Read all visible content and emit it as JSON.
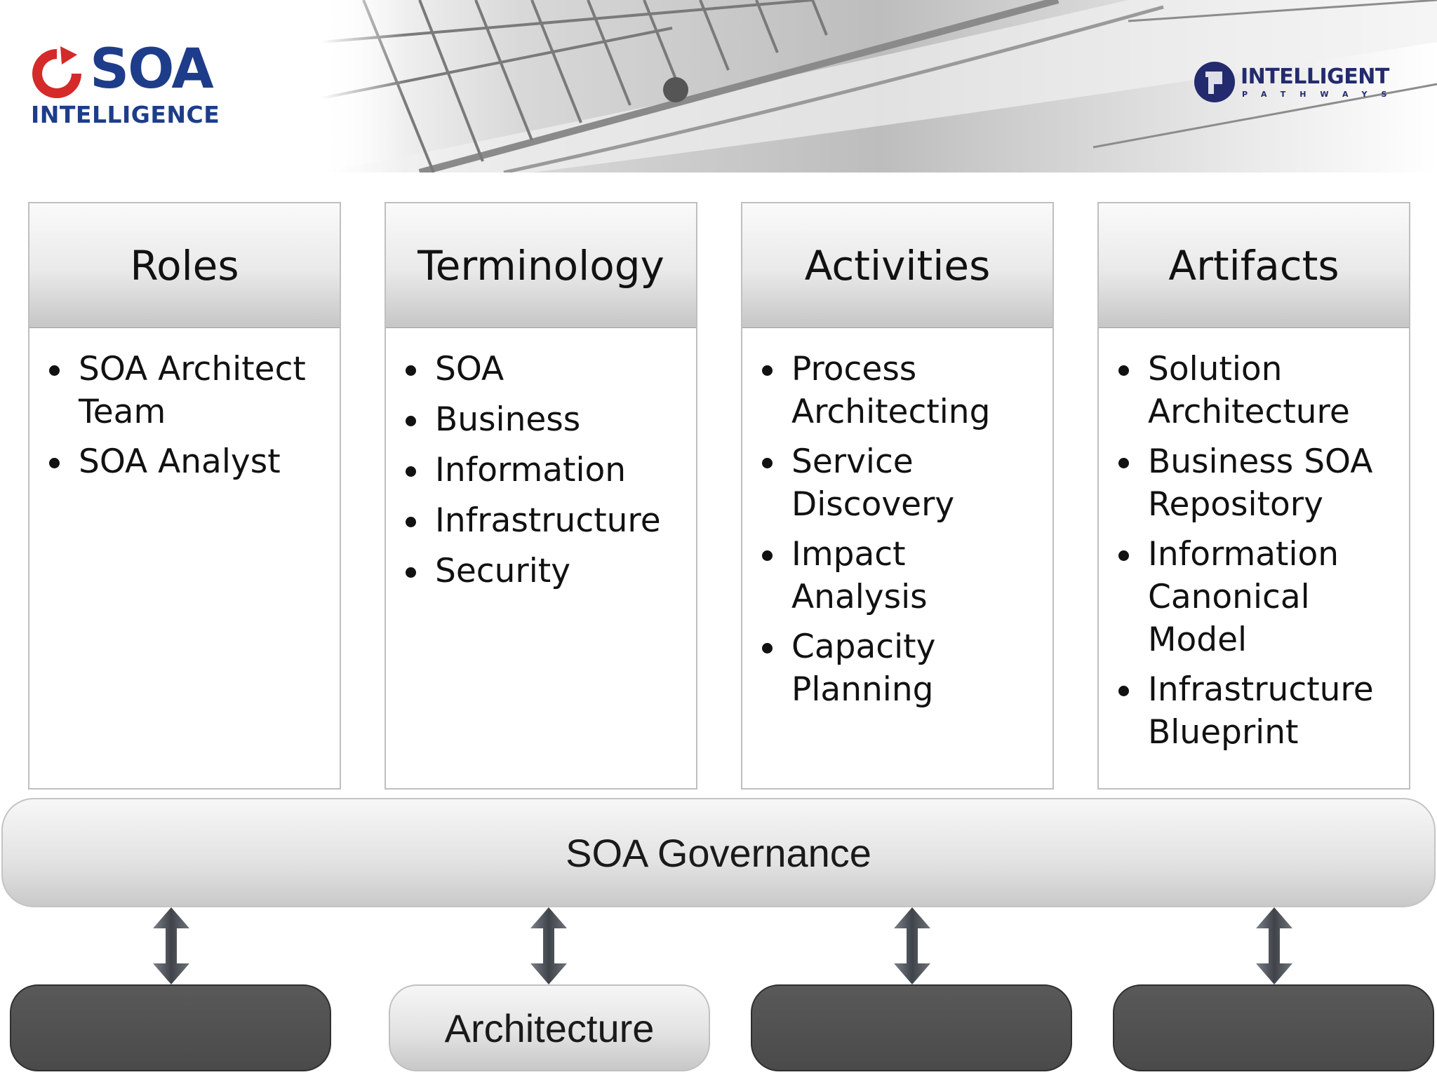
{
  "header": {
    "logo_left": {
      "word": "SOA",
      "sub": "INTELLIGENCE"
    },
    "logo_right": {
      "word": "INTELLIGENT",
      "sub": "PATHWAYS"
    }
  },
  "columns": [
    {
      "title": "Roles",
      "items": [
        "SOA Architect Team",
        "SOA Analyst"
      ]
    },
    {
      "title": "Terminology",
      "items": [
        "SOA",
        "Business",
        "Information",
        "Infrastructure",
        "Security"
      ]
    },
    {
      "title": "Activities",
      "items": [
        "Process Architecting",
        "Service Discovery",
        "Impact Analysis",
        "Capacity Planning"
      ]
    },
    {
      "title": "Artifacts",
      "items": [
        "Solution Architecture",
        "Business SOA Repository",
        "Information Canonical Model",
        "Infrastructure Blueprint"
      ]
    }
  ],
  "governance": {
    "label": "SOA Governance"
  },
  "bottom_blocks": [
    {
      "label": "",
      "style": "dark"
    },
    {
      "label": "Architecture",
      "style": "light"
    },
    {
      "label": "",
      "style": "dark"
    },
    {
      "label": "",
      "style": "dark"
    }
  ],
  "colors": {
    "logo_blue": "#1d3d8a",
    "logo_red": "#d42a2a",
    "dark_block": "#4f4f4f",
    "arrow": "#5a5f66"
  }
}
